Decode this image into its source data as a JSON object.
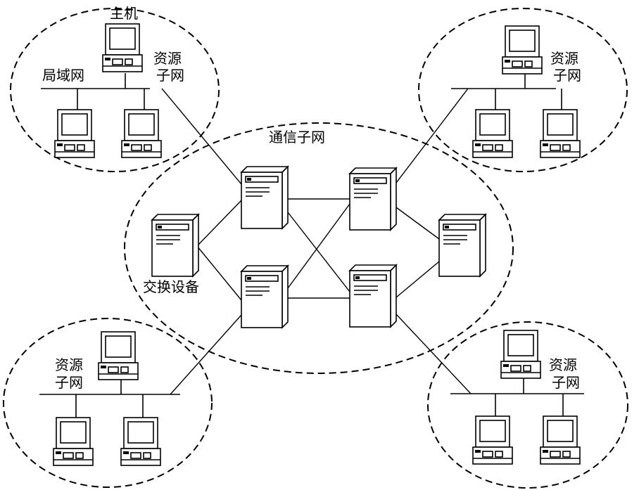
{
  "labels": {
    "host": "主机",
    "lan": "局域网",
    "resource_subnet": "资源子网",
    "resource_subnet_line1": "资源",
    "resource_subnet_line2": "子网",
    "comm_subnet": "通信子网",
    "switching_device": "交换设备"
  },
  "icons": {
    "host_computer": "desktop-computer-icon",
    "switch": "server-tower-icon"
  }
}
